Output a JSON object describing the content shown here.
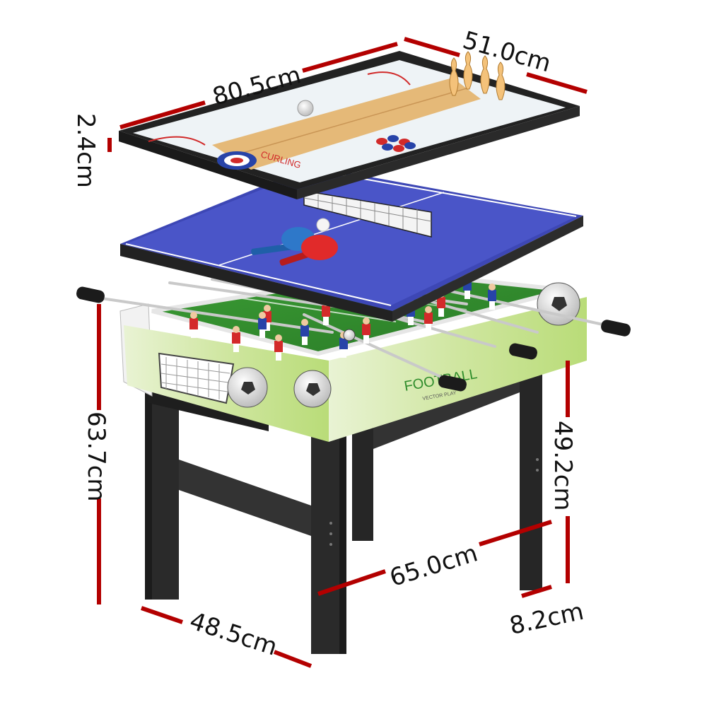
{
  "image": {
    "description_text": {
      "curling_logo": "CURLING",
      "football_logo": "FOOTBALL",
      "football_subtext": "VECTOR PLAY"
    },
    "colors": {
      "dimension_line": "#b30000",
      "frame_dark": "#2b2b2b",
      "pingpong_blue": "#4a55c8",
      "field_green": "#2f8d2c",
      "side_panel_green": "#cfe7a8",
      "lane_wood": "#e5b978"
    }
  },
  "dimensions": {
    "top_width": "51.0cm",
    "top_length": "80.5cm",
    "top_thickness": "2.4cm",
    "overall_height": "63.7cm",
    "leg_height": "49.2cm",
    "base_length": "65.0cm",
    "leg_width": "8.2cm",
    "base_depth": "48.5cm"
  }
}
